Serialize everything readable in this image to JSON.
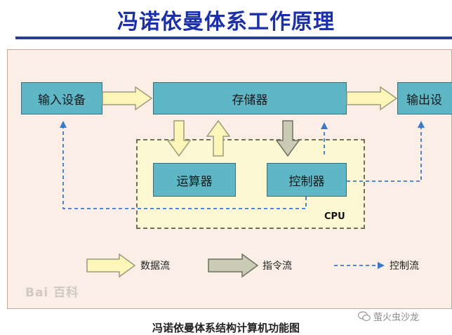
{
  "title": "冯诺依曼体系工作原理",
  "nodes": {
    "input": "输入设备",
    "memory": "存储器",
    "output": "输出设",
    "alu": "运算器",
    "control": "控制器",
    "cpu": "CPU"
  },
  "legend": {
    "data_flow": "数据流",
    "instruction_flow": "指令流",
    "control_flow": "控制流"
  },
  "colors": {
    "title": "#1a2fa8",
    "box_fill": "#5fb7c6",
    "data_arrow": "#fdf6b8",
    "instruction_arrow": "#c9cbb4",
    "control_line": "#3c78c8",
    "panel_bg": "#fbeee6",
    "cpu_zone": "#fdf7d4"
  },
  "watermark": {
    "left": "Bai 百科",
    "right": "萤火虫沙龙"
  },
  "caption": "冯诺依曼体系结构计算机功能图"
}
